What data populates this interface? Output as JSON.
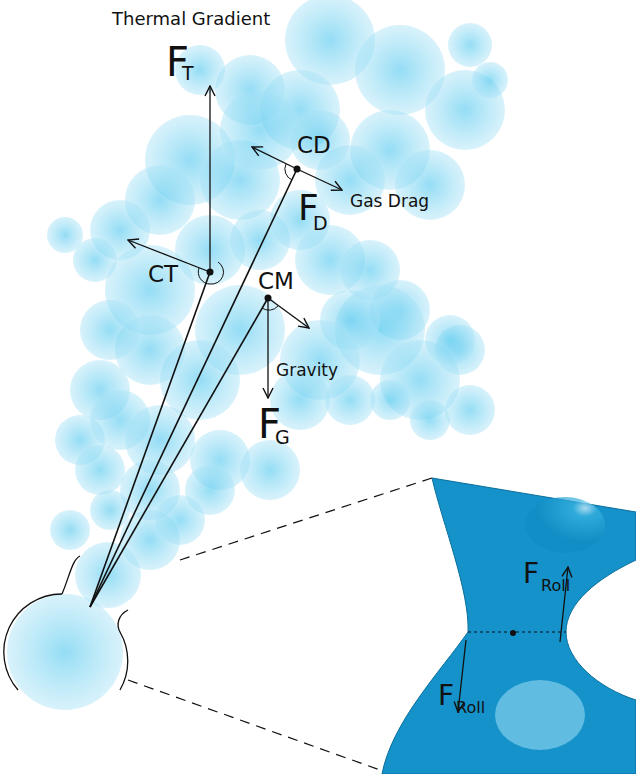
{
  "diagram": {
    "labels": [
      "Thermal Gradient",
      "F",
      "T",
      "CD",
      "F",
      "D",
      "Gas Drag",
      "CT",
      "CM",
      "Gravity",
      "F",
      "G",
      "F",
      "Roll",
      "F",
      "Roll"
    ]
  }
}
